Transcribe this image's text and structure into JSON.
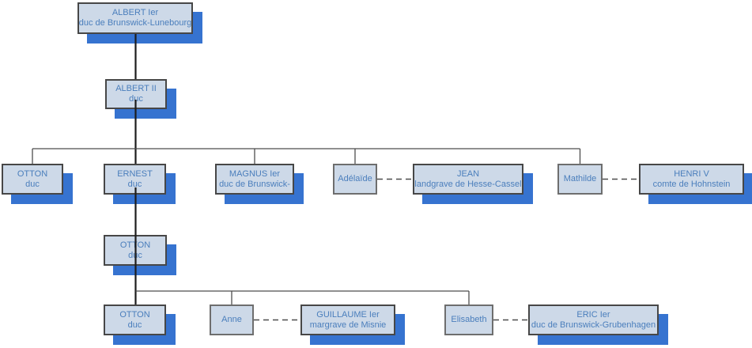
{
  "colors": {
    "node_fill": "#cdd9e8",
    "node_border": "#474747",
    "plain_border": "#6e6e6e",
    "node_shadow": "#3673d0",
    "node_text": "#4a7ebc",
    "line": "#4d4d4d",
    "spine": "#1c1c1c",
    "background": "#ffffff"
  },
  "diagram": {
    "type": "family-tree",
    "nodes": [
      {
        "id": "albert-1",
        "name": "ALBERT Ier",
        "title": "duc de Brunswick-Lunebourg",
        "shadow": true
      },
      {
        "id": "albert-2",
        "name": "ALBERT II",
        "title": "duc",
        "shadow": true
      },
      {
        "id": "otton-gen3",
        "name": "OTTON",
        "title": "duc",
        "shadow": true
      },
      {
        "id": "ernest",
        "name": "ERNEST",
        "title": "duc",
        "shadow": true
      },
      {
        "id": "magnus",
        "name": "MAGNUS Ier",
        "title": "duc de Brunswick-",
        "shadow": true
      },
      {
        "id": "adelaide",
        "name": "Adélaïde",
        "title": "",
        "shadow": false
      },
      {
        "id": "jean",
        "name": "JEAN",
        "title": "landgrave de Hesse-Cassel",
        "shadow": true
      },
      {
        "id": "mathilde",
        "name": "Mathilde",
        "title": "",
        "shadow": false
      },
      {
        "id": "henri-v",
        "name": "HENRI V",
        "title": "comte de Hohnstein",
        "shadow": true
      },
      {
        "id": "otton-gen4",
        "name": "OTTON",
        "title": "duc",
        "shadow": true
      },
      {
        "id": "otton-gen5",
        "name": "OTTON",
        "title": "duc",
        "shadow": true
      },
      {
        "id": "anne",
        "name": "Anne",
        "title": "",
        "shadow": false
      },
      {
        "id": "guillaume",
        "name": "GUILLAUME Ier",
        "title": "margrave de Misnie",
        "shadow": true
      },
      {
        "id": "elisabeth",
        "name": "Elisabeth",
        "title": "",
        "shadow": false
      },
      {
        "id": "eric",
        "name": "ERIC Ier",
        "title": "duc de Brunswick-Grubenhagen",
        "shadow": true
      }
    ],
    "parent_child": [
      [
        "ALBERT Ier",
        "ALBERT II"
      ],
      [
        "ALBERT II",
        "OTTON"
      ],
      [
        "ALBERT II",
        "ERNEST"
      ],
      [
        "ALBERT II",
        "MAGNUS Ier"
      ],
      [
        "ALBERT II",
        "Adélaïde"
      ],
      [
        "ALBERT II",
        "Mathilde"
      ],
      [
        "ERNEST",
        "OTTON (gen 4)"
      ],
      [
        "OTTON (gen 4)",
        "OTTON (gen 5)"
      ],
      [
        "OTTON (gen 4)",
        "Anne"
      ],
      [
        "OTTON (gen 4)",
        "Elisabeth"
      ]
    ],
    "marriages": [
      [
        "Adélaïde",
        "JEAN"
      ],
      [
        "Mathilde",
        "HENRI V"
      ],
      [
        "Anne",
        "GUILLAUME Ier"
      ],
      [
        "Elisabeth",
        "ERIC Ier"
      ]
    ]
  }
}
